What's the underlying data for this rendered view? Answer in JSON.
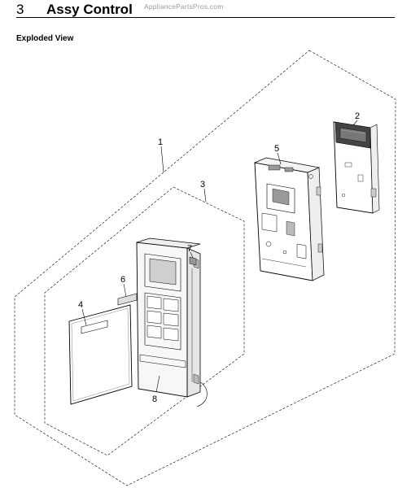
{
  "header": {
    "section_number": "3",
    "section_title": "Assy Control",
    "watermark": "AppliancePartsPros.com"
  },
  "view_title": "Exploded View",
  "callouts": [
    {
      "id": "1",
      "label": "1"
    },
    {
      "id": "2",
      "label": "2"
    },
    {
      "id": "3",
      "label": "3"
    },
    {
      "id": "4",
      "label": "4"
    },
    {
      "id": "5",
      "label": "5"
    },
    {
      "id": "6",
      "label": "6"
    },
    {
      "id": "7",
      "label": "7"
    },
    {
      "id": "8",
      "label": "8"
    }
  ],
  "colors": {
    "line": "#000000",
    "watermark": "#9a9a9a",
    "panel_fill": "#f2f2f2"
  }
}
